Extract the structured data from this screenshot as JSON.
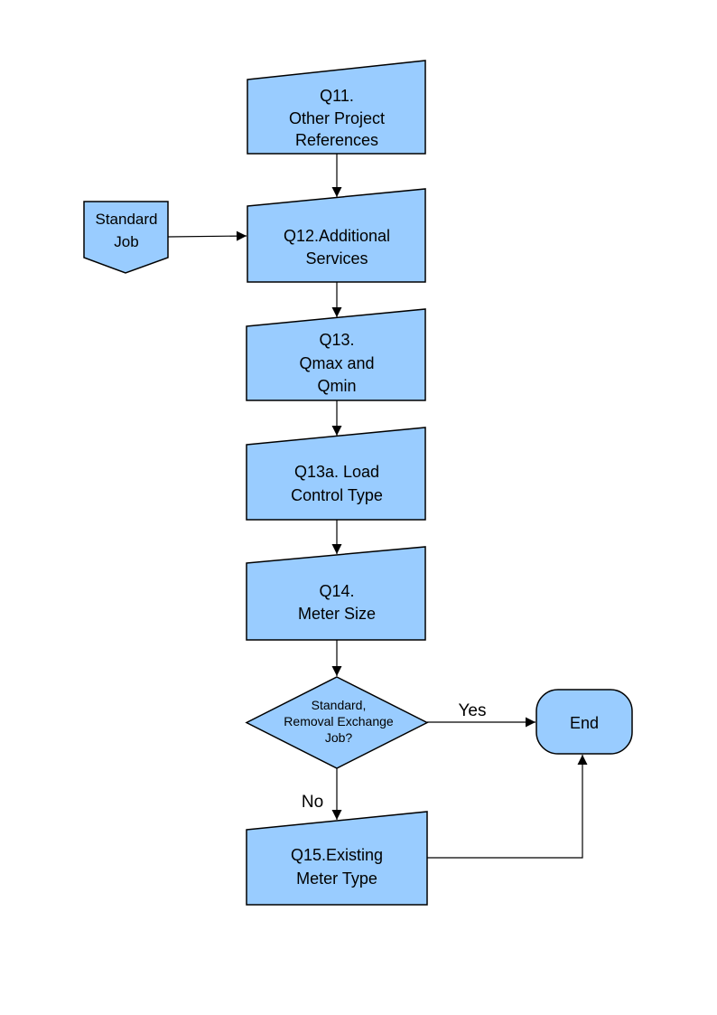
{
  "page": {
    "background": "#ffffff"
  },
  "colors": {
    "node_fill": "#99ccff",
    "node_border": "#000000",
    "connector": "#000000",
    "text": "#000000"
  },
  "nodes": {
    "q11": {
      "shape": "manual-input-box",
      "lines": [
        "Q11.",
        "Other Project",
        "References"
      ]
    },
    "standard_job": {
      "shape": "off-page-connector",
      "lines": [
        "Standard",
        "Job"
      ]
    },
    "q12": {
      "shape": "manual-input-box",
      "lines": [
        "Q12.Additional",
        "Services"
      ]
    },
    "q13": {
      "shape": "manual-input-box",
      "lines": [
        "Q13.",
        "Qmax and",
        "Qmin"
      ]
    },
    "q13a": {
      "shape": "manual-input-box",
      "lines": [
        "Q13a. Load",
        "Control Type"
      ]
    },
    "q14": {
      "shape": "manual-input-box",
      "lines": [
        "Q14.",
        "Meter Size"
      ]
    },
    "decision": {
      "shape": "decision-diamond",
      "lines": [
        "Standard,",
        "Removal Exchange",
        "Job?"
      ]
    },
    "end": {
      "shape": "terminator",
      "lines": [
        "End"
      ]
    },
    "q15": {
      "shape": "manual-input-box",
      "lines": [
        "Q15.Existing",
        "Meter Type"
      ]
    }
  },
  "edge_labels": {
    "yes": "Yes",
    "no": "No"
  }
}
